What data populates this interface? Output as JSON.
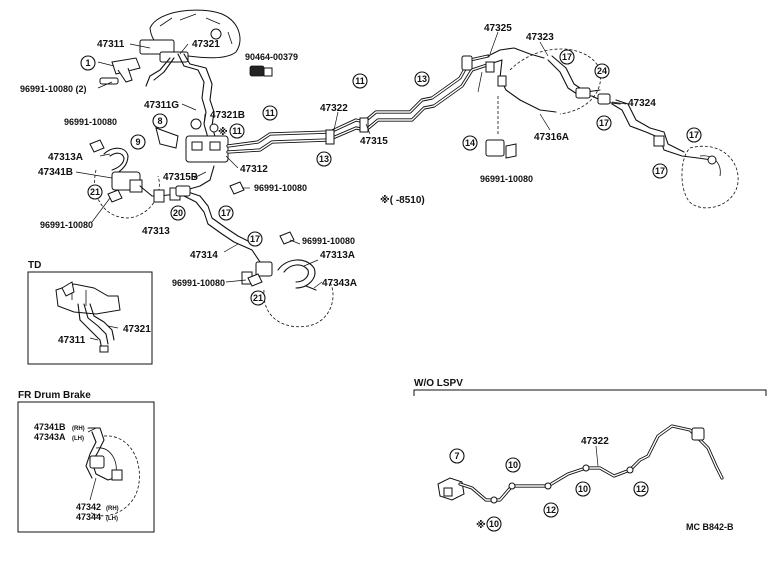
{
  "diagram": {
    "code": "MC  B842-B",
    "note_marker": "※(       -8510)",
    "labels": {
      "p47311": "47311",
      "p47321": "47321",
      "p90464": "90464-00379",
      "p96991_a": "96991-10080 (2)",
      "p47311G": "47311G",
      "p47321B": "47321B",
      "p96991_b": "96991-10080",
      "p47313A": "47313A",
      "p47341B": "47341B",
      "p96991_c": "96991-10080",
      "p47313": "47313",
      "p47315B": "47315B",
      "p47312": "47312",
      "p96991_d": "96991-10080",
      "p47322": "47322",
      "p47315": "47315",
      "p47325": "47325",
      "p47323": "47323",
      "p47324": "47324",
      "p47316A": "47316A",
      "p96991_e": "96991-10080",
      "p47314": "47314",
      "p96991_f": "96991-10080",
      "p47313A_b": "47313A",
      "p96991_g": "96991-10080",
      "p47343A": "47343A",
      "td_47321": "47321",
      "td_47311": "47311",
      "fr_47341B": "47341B",
      "fr_47343A": "47343A",
      "fr_47342": "47342",
      "fr_47344": "47344",
      "wo_47322": "47322"
    },
    "suffixes": {
      "rh": "(RH)",
      "lh": "(LH)"
    },
    "insets": {
      "td": "TD",
      "fr_drum": "FR Drum Brake",
      "wo_lspv": "W/O LSPV"
    },
    "callouts": {
      "c1": "1",
      "c8": "8",
      "c9": "9",
      "c11a": "11",
      "c11b": "11",
      "c11c": "11",
      "c13a": "13",
      "c13b": "13",
      "c17a": "17",
      "c17b": "17",
      "c17c": "17",
      "c17d": "17",
      "c17e": "17",
      "c17f": "17",
      "c14": "14",
      "c24": "24",
      "c21a": "21",
      "c20": "20",
      "c21b": "21",
      "w7": "7",
      "w10a": "10",
      "w10b": "10",
      "w10c": "10",
      "w12a": "12",
      "w12b": "12"
    },
    "asterisk": "※"
  }
}
